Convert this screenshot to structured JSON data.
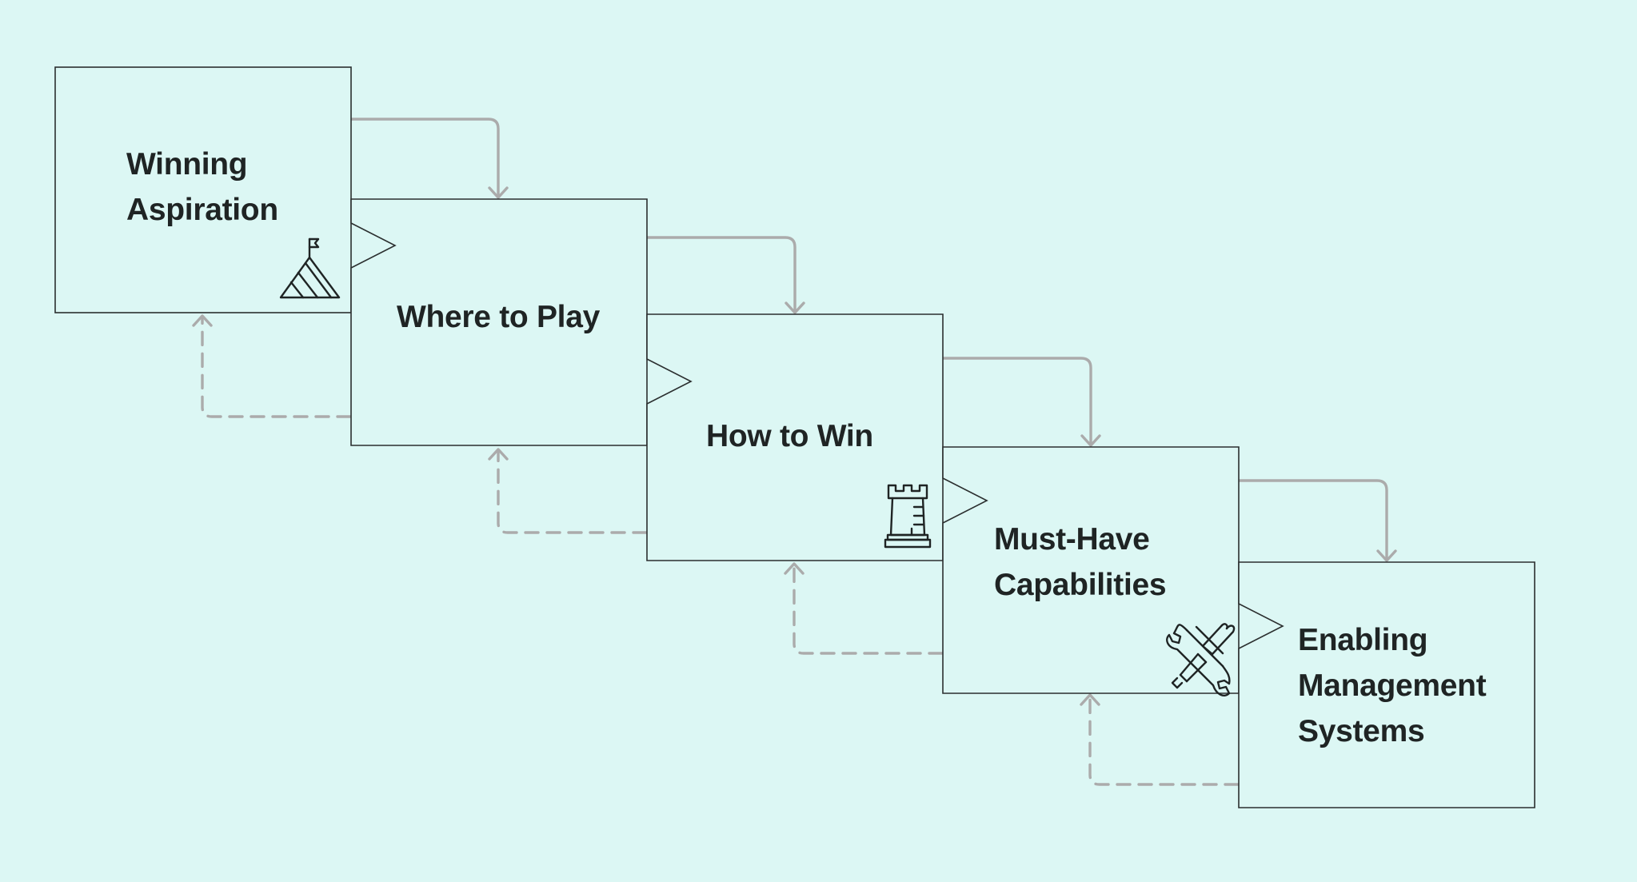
{
  "steps": [
    {
      "id": "winning-aspiration",
      "lines": [
        "Winning",
        "Aspiration"
      ],
      "icon": "mountain-flag-icon"
    },
    {
      "id": "where-to-play",
      "lines": [
        "Where to Play"
      ],
      "icon": null
    },
    {
      "id": "how-to-win",
      "lines": [
        "How to Win"
      ],
      "icon": "chess-rook-icon"
    },
    {
      "id": "must-have-capabilities",
      "lines": [
        "Must-Have",
        "Capabilities"
      ],
      "icon": "wrench-screwdriver-icon"
    },
    {
      "id": "enabling-management-systems",
      "lines": [
        "Enabling",
        "Management",
        "Systems"
      ],
      "icon": null
    }
  ],
  "colors": {
    "background": "#dcf7f4",
    "box_stroke": "#2b2f2f",
    "arrow": "#ababab",
    "text": "#1f2424"
  },
  "connectors": {
    "forward": "solid arrows cascading down to the next step",
    "feedback": "dashed arrows returning to the previous step"
  }
}
